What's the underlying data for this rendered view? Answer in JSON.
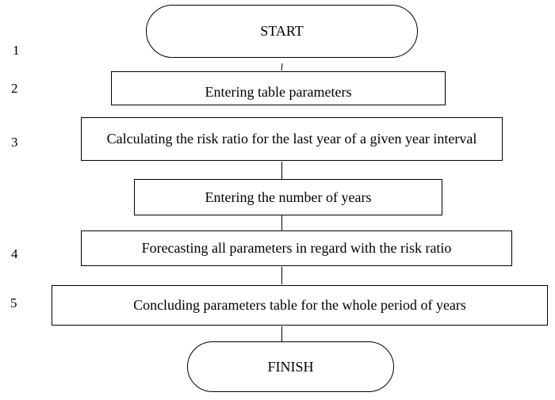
{
  "flowchart": {
    "start_label": "START",
    "finish_label": "FINISH",
    "steps": [
      {
        "number": "1",
        "label": ""
      },
      {
        "number": "2",
        "label": "Entering table parameters"
      },
      {
        "number": "3",
        "label": "Calculating the risk ratio for the last year of a given year interval"
      },
      {
        "number": "",
        "label": "Entering the number of years"
      },
      {
        "number": "4",
        "label": "Forecasting all parameters in regard with the risk ratio"
      },
      {
        "number": "5",
        "label": "Concluding parameters table for the whole period of years"
      }
    ]
  }
}
